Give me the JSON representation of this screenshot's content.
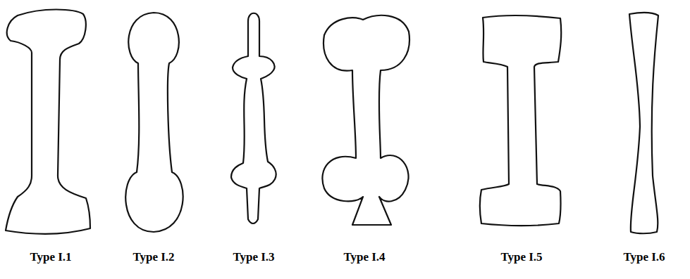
{
  "diagram": {
    "labels": [
      "Type I.1",
      "Type I.2",
      "Type I.3",
      "Type I.4",
      "Type I.5",
      "Type I.6"
    ]
  }
}
